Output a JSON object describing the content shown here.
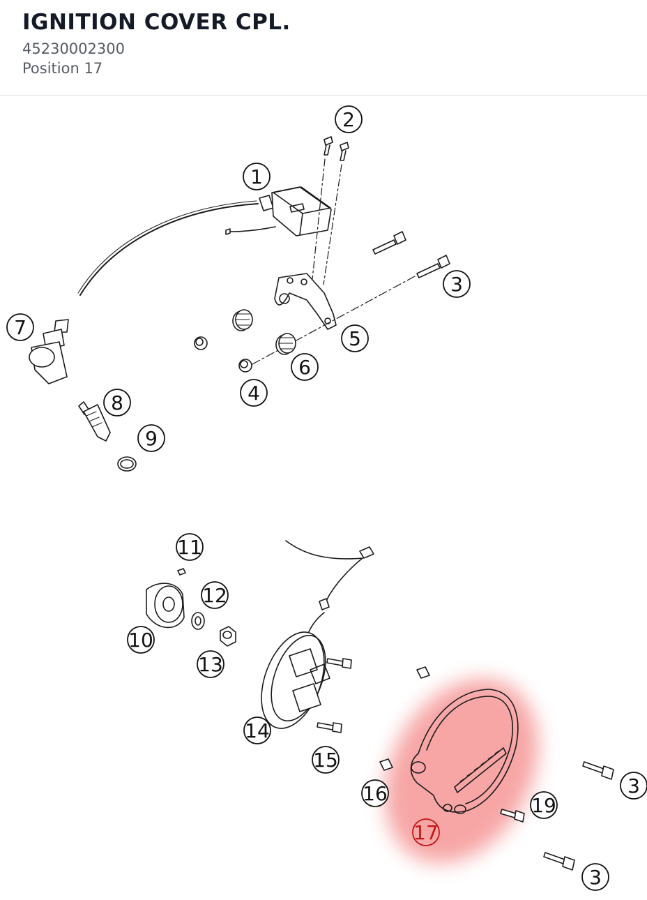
{
  "header": {
    "title": "IGNITION COVER CPL.",
    "part_number": "45230002300",
    "position": "Position 17"
  },
  "diagram": {
    "highlight_color": "#f26b6b",
    "highlighted_callout": "17",
    "callouts": [
      {
        "id": "c1",
        "label": "1"
      },
      {
        "id": "c2",
        "label": "2"
      },
      {
        "id": "c3a",
        "label": "3"
      },
      {
        "id": "c3b",
        "label": "3"
      },
      {
        "id": "c3c",
        "label": "3"
      },
      {
        "id": "c4",
        "label": "4"
      },
      {
        "id": "c5",
        "label": "5"
      },
      {
        "id": "c6",
        "label": "6"
      },
      {
        "id": "c7",
        "label": "7"
      },
      {
        "id": "c8",
        "label": "8"
      },
      {
        "id": "c9",
        "label": "9"
      },
      {
        "id": "c10",
        "label": "10"
      },
      {
        "id": "c11",
        "label": "11"
      },
      {
        "id": "c12",
        "label": "12"
      },
      {
        "id": "c13",
        "label": "13"
      },
      {
        "id": "c14",
        "label": "14"
      },
      {
        "id": "c15",
        "label": "15"
      },
      {
        "id": "c16",
        "label": "16"
      },
      {
        "id": "c17",
        "label": "17"
      },
      {
        "id": "c19",
        "label": "19"
      }
    ]
  }
}
